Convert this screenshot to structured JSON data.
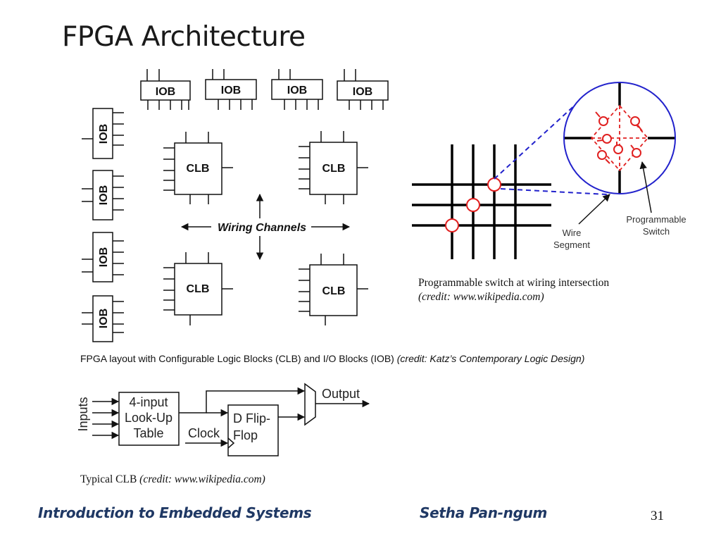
{
  "slide": {
    "title": "FPGA Architecture",
    "page_number": "31"
  },
  "layout_diagram": {
    "iob_label": "IOB",
    "clb_label": "CLB",
    "wiring_channels_label": "Wiring Channels",
    "caption_text": "FPGA layout with Configurable Logic Blocks (CLB) and I/O Blocks (IOB) ",
    "caption_credit": "(credit: Katz’s Contemporary Logic Design)"
  },
  "switch_diagram": {
    "programmable_switch_label_line1": "Programmable",
    "programmable_switch_label_line2": "Switch",
    "wire_segment_label_line1": "Wire",
    "wire_segment_label_line2": "Segment",
    "caption_text": "Programmable switch at wiring intersection",
    "caption_credit": "(credit: www.wikipedia.com)",
    "switch_color": "#e02020",
    "magnifier_color": "#2222cc"
  },
  "clb_diagram": {
    "inputs_label": "Inputs",
    "lut_line1": "4-input",
    "lut_line2": "Look-Up",
    "lut_line3": "Table",
    "clock_label": "Clock",
    "ff_line1": "D Flip-",
    "ff_line2": "Flop",
    "output_label": "Output",
    "caption_text": "Typical CLB ",
    "caption_credit": "(credit: www.wikipedia.com)"
  },
  "footer": {
    "course": "Introduction to Embedded Systems",
    "author": "Setha Pan-ngum"
  }
}
